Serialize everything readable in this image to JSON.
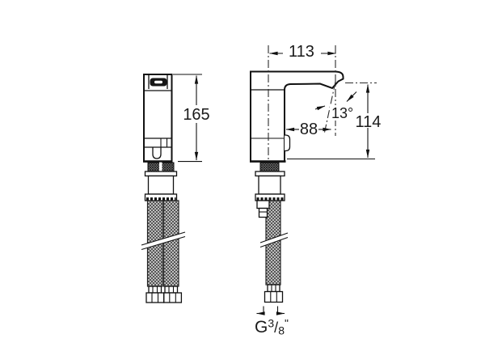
{
  "drawing": {
    "front_view": {
      "height_label": "165"
    },
    "side_view": {
      "top_width_label": "113",
      "spout_reach_label": "88",
      "angle_label": "13°",
      "height_label": "114"
    },
    "connection": {
      "thread_prefix": "G",
      "thread_numerator": "3",
      "thread_slash": "/",
      "thread_denominator": "8",
      "thread_inch_mark": "\""
    }
  },
  "colors": {
    "background": "#ffffff",
    "line": "#111111",
    "text": "#1a1a1a"
  }
}
